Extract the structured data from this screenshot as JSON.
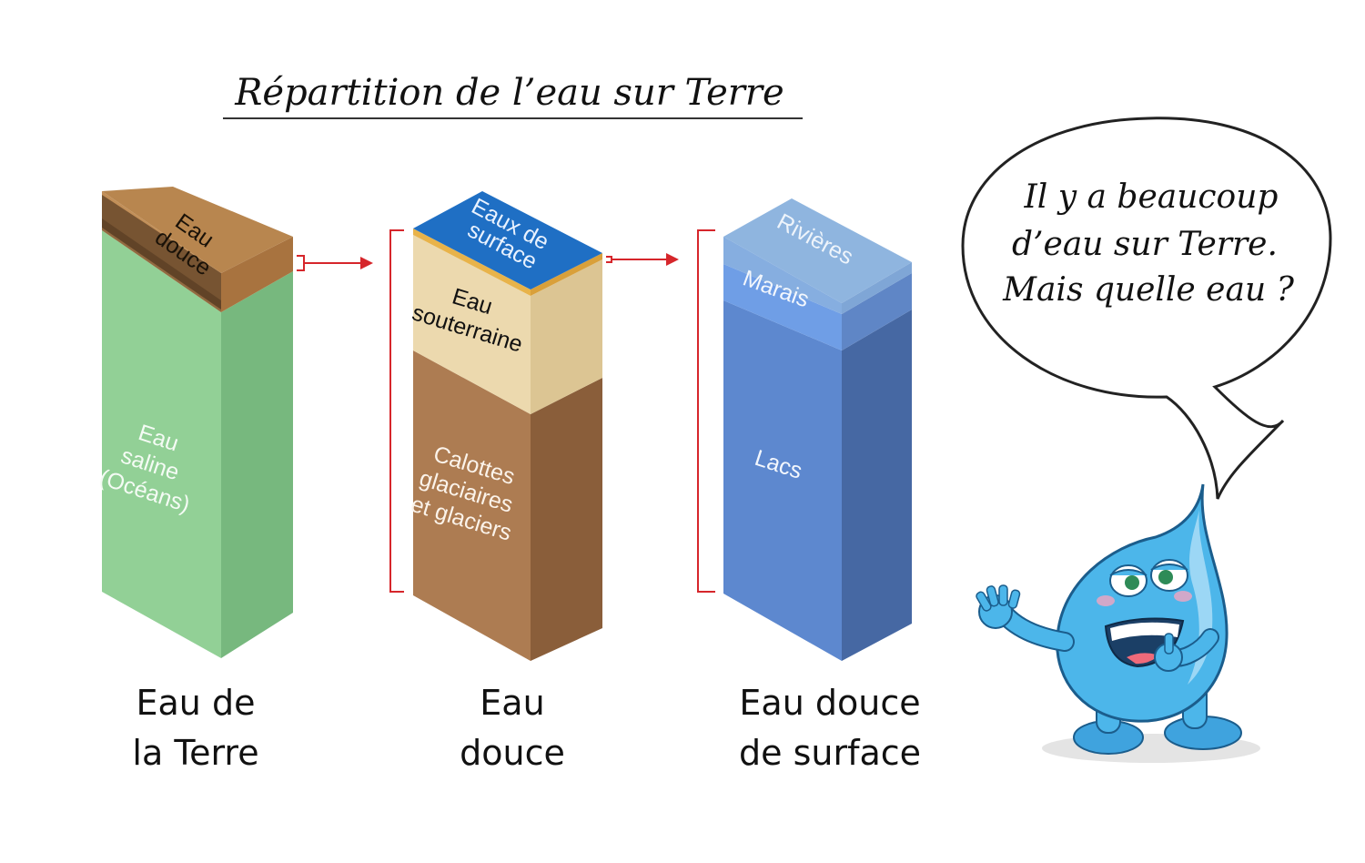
{
  "title": "Répartition de l’eau sur Terre",
  "columns": [
    {
      "caption_line1": "Eau de",
      "caption_line2": "la Terre",
      "segments": [
        {
          "label_lines": [
            "Eau",
            "douce"
          ],
          "color": "#b8864f",
          "text_color": "#1a1208"
        },
        {
          "label_lines": [
            "Eau",
            "saline",
            "(Océans)"
          ],
          "color": "#92d096",
          "text_color": "#f4fbf4"
        }
      ]
    },
    {
      "caption_line1": "Eau",
      "caption_line2": "douce",
      "segments": [
        {
          "label_lines": [
            "Eaux de",
            "surface"
          ],
          "color": "#1f6fc4",
          "text_color": "#e9f2ff"
        },
        {
          "label_lines": [
            "Eau",
            "souterraine"
          ],
          "color": "#ecd9ae",
          "text_color": "#111111"
        },
        {
          "label_lines": [
            "Calottes",
            "glaciaires",
            "et glaciers"
          ],
          "color": "#ad7c52",
          "text_color": "#fbf3ea"
        }
      ]
    },
    {
      "caption_line1": "Eau douce",
      "caption_line2": "de surface",
      "segments": [
        {
          "label_lines": [
            "Rivières"
          ],
          "color": "#8fb5df",
          "text_color": "#eef4fb"
        },
        {
          "label_lines": [
            "Marais"
          ],
          "color": "#6f9ee6",
          "text_color": "#f3f7fd"
        },
        {
          "label_lines": [
            "Lacs"
          ],
          "color": "#5d88cf",
          "text_color": "#f3f7fd"
        }
      ]
    }
  ],
  "speech_bubble": {
    "line1": "Il y a beaucoup",
    "line2": "d’eau sur Terre.",
    "line3": "Mais quelle eau ?"
  },
  "colors": {
    "arrow": "#d6262b",
    "drop_body": "#4cb6ea",
    "drop_light": "#bfe6fa"
  }
}
